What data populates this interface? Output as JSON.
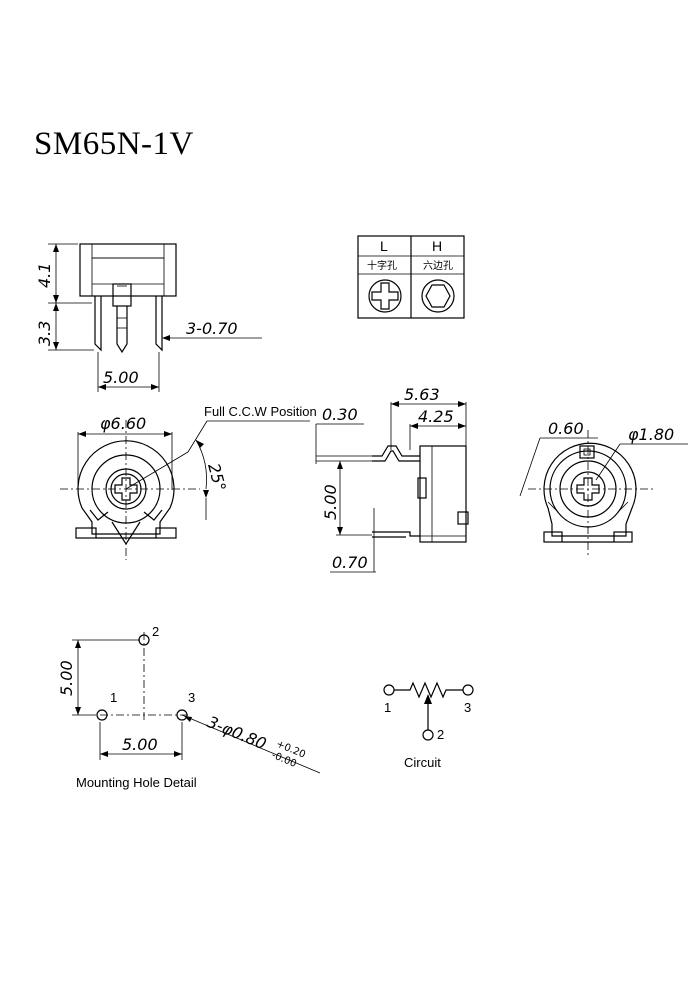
{
  "title": "SM65N-1V",
  "front_view": {
    "dim_height_top": "4.1",
    "dim_height_bottom": "3.3",
    "dim_pins": "3-0.70",
    "dim_pitch": "5.00"
  },
  "slot_table": {
    "headers": [
      "L",
      "H"
    ],
    "types": [
      "十字孔",
      "六边孔"
    ],
    "icons": [
      "cross-slot-icon",
      "hex-slot-icon"
    ]
  },
  "top_view": {
    "dim_diameter": "φ6.60",
    "position_label": "Full C.C.W Position",
    "dim_angle": "25°"
  },
  "side_view": {
    "dim_length": "5.63",
    "dim_body": "4.25",
    "dim_thickness": "0.30",
    "dim_height": "5.00",
    "dim_pin": "0.70"
  },
  "back_view": {
    "dim_slot": "0.60",
    "dim_hole": "φ1.80"
  },
  "mounting": {
    "caption": "Mounting Hole Detail",
    "dim_vertical": "5.00",
    "dim_horizontal": "5.00",
    "hole_spec": "3-φ0.80",
    "tol_plus": "+0.20",
    "tol_minus": "-0.00",
    "pin_labels": [
      "1",
      "2",
      "3"
    ]
  },
  "circuit": {
    "caption": "Circuit",
    "pin_labels": [
      "1",
      "2",
      "3"
    ]
  }
}
